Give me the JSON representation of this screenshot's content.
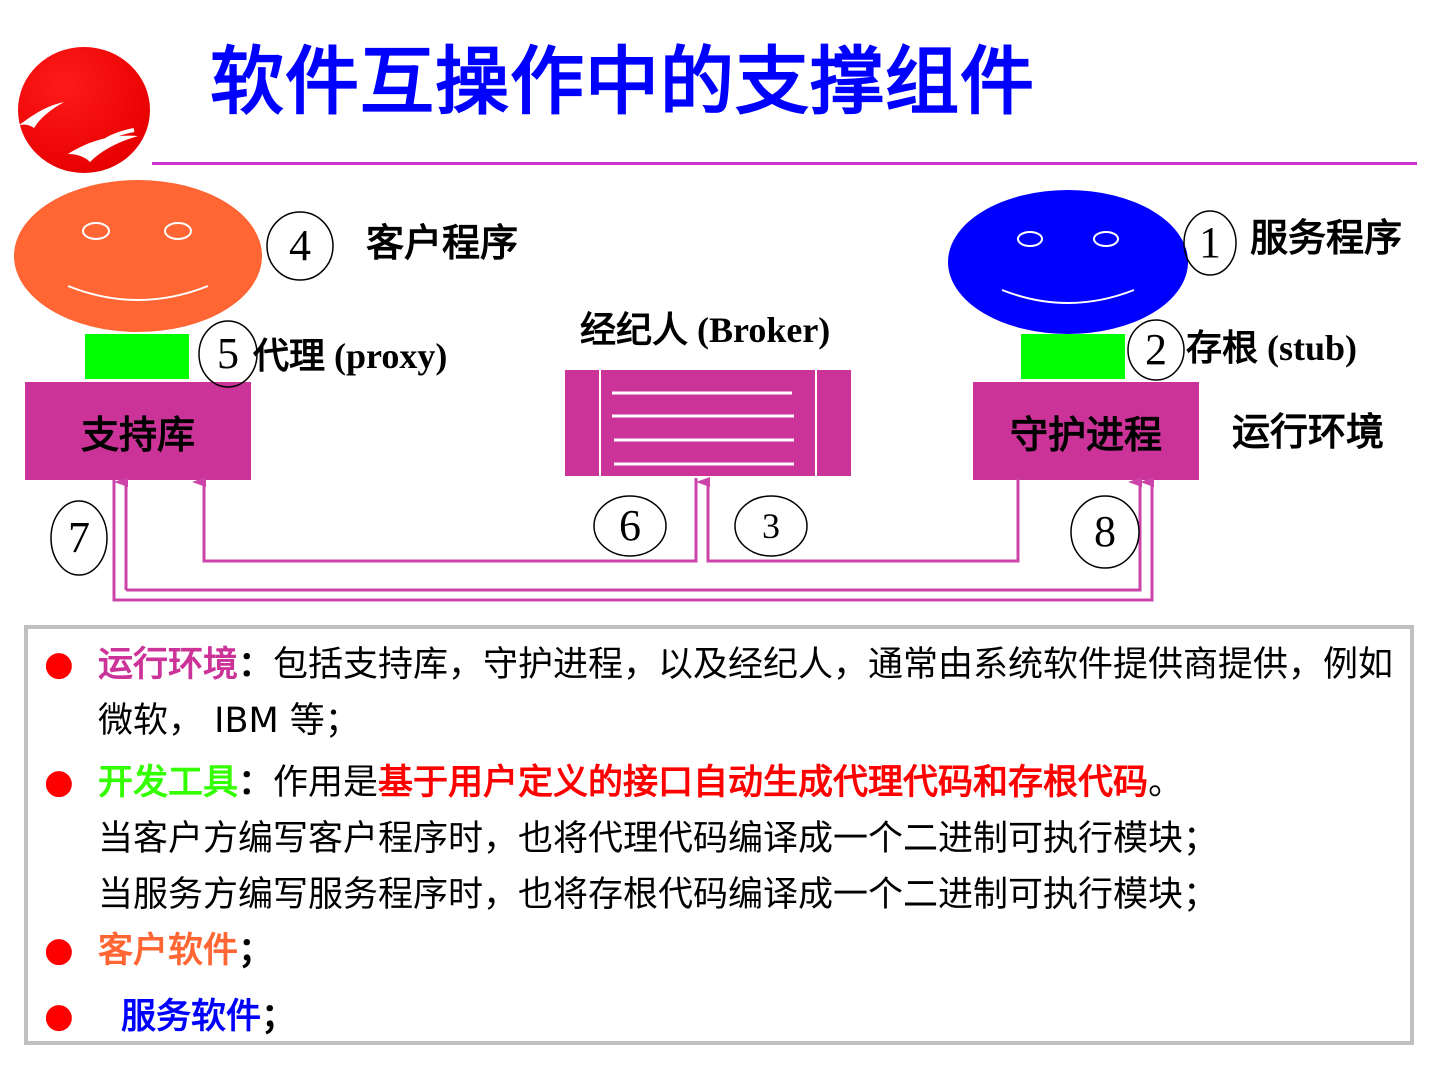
{
  "title": "软件互操作中的支撑组件",
  "diagram": {
    "client_label": "客户程序",
    "server_label": "服务程序",
    "proxy_label": "代理 (proxy)",
    "broker_label": "经纪人 (Broker)",
    "stub_label": "存根 (stub)",
    "runtime_label": "运行环境",
    "support_lib": "支持库",
    "daemon": "守护进程",
    "numbers": [
      "1",
      "2",
      "3",
      "4",
      "5",
      "6",
      "7",
      "8"
    ]
  },
  "notes": {
    "runtime_term": "运行环境",
    "sep": "：",
    "runtime_text": "包括支持库，守护进程，以及经纪人，通常由系统软件提供商提供，例如微软， IBM 等；",
    "devtools_term": "开发工具",
    "devtools_pre": "作用是",
    "devtools_highlight": "基于用户定义的接口自动生成代理代码和存根代码",
    "devtools_period": "。",
    "devtools_line2": "当客户方编写客户程序时，也将代理代码编译成一个二进制可执行模块；",
    "devtools_line3": "当服务方编写服务程序时，也将存根代码编译成一个二进制可执行模块；",
    "client_sw": "客户软件",
    "server_sw": "服务软件",
    "semicolon": "；",
    "bullet_glyph": "●"
  },
  "colors": {
    "title": "#0000ff",
    "rule": "#cc33cc",
    "client_face": "#ff6633",
    "server_face": "#0000ff",
    "module": "#00ff00",
    "box": "#cc3399",
    "arrows": "#cc44aa"
  }
}
